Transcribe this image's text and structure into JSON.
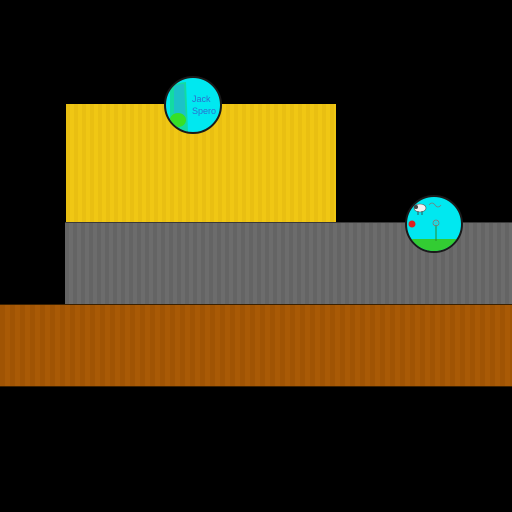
{
  "scene": {
    "background_color": "#000000",
    "blocks": [
      {
        "name": "gold-block",
        "color": "#f0c714"
      },
      {
        "name": "gray-block",
        "color": "#666666"
      },
      {
        "name": "brown-block",
        "color": "#a45606"
      }
    ],
    "player_ball": {
      "text_line1": "Jack",
      "text_line2": "Spero",
      "fill": "#00e8f0"
    },
    "enemy_ball": {
      "fill": "#00e8f0",
      "contents": [
        "sheep-icon",
        "flower-icon",
        "red-dot",
        "grass"
      ]
    }
  }
}
